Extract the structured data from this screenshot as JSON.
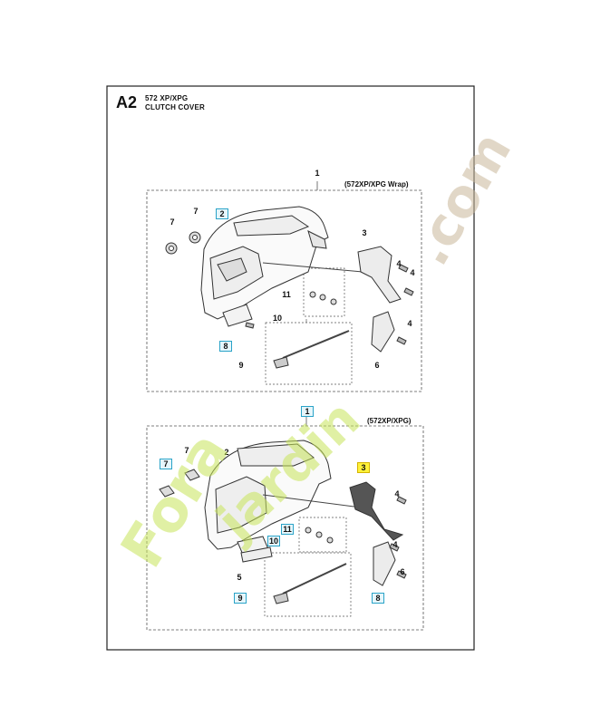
{
  "header": {
    "code": "A2",
    "model": "572 XP/XPG",
    "title": "CLUTCH COVER"
  },
  "top_view": {
    "variant": "(572XP/XPG Wrap)",
    "group_label": "1",
    "callouts": [
      "7",
      "7",
      "2",
      "3",
      "4",
      "4",
      "11",
      "4",
      "8",
      "10",
      "9",
      "6"
    ],
    "boxed": [
      "2",
      "8"
    ]
  },
  "bottom_view": {
    "variant": "(572XP/XPG)",
    "group_label": "1",
    "callouts": [
      "7",
      "7",
      "2",
      "3",
      "4",
      "4",
      "11",
      "10",
      "5",
      "9",
      "8",
      "6"
    ],
    "boxed": [
      "1",
      "7",
      "11",
      "10",
      "9",
      "8"
    ],
    "highlighted": [
      "3"
    ]
  },
  "watermark": {
    "part1": "Fora",
    "part2": "jardin",
    "part3": ".com",
    "colors": {
      "lime": "#c8e55a",
      "tan": "#c9b89a"
    }
  }
}
